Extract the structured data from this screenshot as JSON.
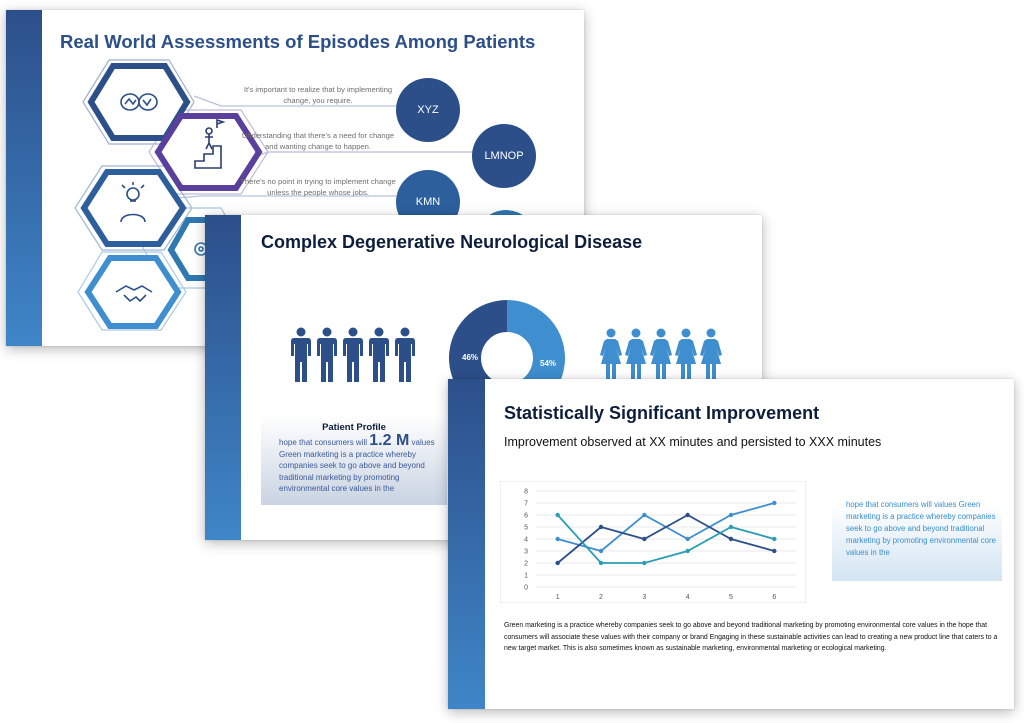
{
  "colors": {
    "navy": "#2c4f8a",
    "mid_blue": "#3a72b0",
    "light_blue": "#3f8ed0",
    "purple": "#5b3f9c",
    "dark_title": "#0d1e3d"
  },
  "slide1": {
    "title": "Real World Assessments of Episodes Among Patients",
    "items": [
      {
        "icon": "brain-icon",
        "caption": "It's important to realize that by implementing change, you require.",
        "circle_label": "XYZ"
      },
      {
        "icon": "success-steps-icon",
        "caption": "Understanding that there's a need for change and wanting change to happen.",
        "circle_label": "LMNOP"
      },
      {
        "icon": "idea-person-icon",
        "caption": "There's no point in trying to implement change unless the people whose jobs.",
        "circle_label": "KMN"
      },
      {
        "icon": "gear-icon",
        "caption": "",
        "circle_label": ""
      },
      {
        "icon": "handshake-icon",
        "caption": "",
        "circle_label": ""
      }
    ]
  },
  "slide2": {
    "title": "Complex Degenerative Neurological Disease",
    "male_icon": "male-person-icon",
    "female_icon": "female-person-icon",
    "donut": {
      "left_label": "46%",
      "right_label": "54%",
      "left_value": 46,
      "right_value": 54
    },
    "profile": {
      "title": "Patient Profile",
      "text_before": "hope that consumers will",
      "big_number": "1.2 M",
      "text_after": "values Green marketing is a practice whereby companies seek to go above and beyond traditional marketing by promoting environmental core values in the"
    }
  },
  "slide3": {
    "title": "Statistically Significant Improvement",
    "subtitle": "Improvement observed at XX minutes and persisted to XXX minutes",
    "side_text": "hope that consumers will  values Green marketing is a practice whereby companies seek to go above and beyond traditional marketing by promoting environmental core values in the",
    "paragraph": "Green marketing is a practice whereby companies seek to go above and beyond traditional marketing by promoting environmental core values in the hope that consumers will associate these values with their company or brand Engaging in these sustainable activities can lead to creating a new product line that caters to a new target market. This is also sometimes known as sustainable marketing, environmental marketing or ecological marketing."
  },
  "chart_data": {
    "type": "line",
    "x": [
      1,
      2,
      3,
      4,
      5,
      6
    ],
    "categories": [
      "1",
      "2",
      "3",
      "4",
      "5",
      "6"
    ],
    "ylim": [
      0,
      8
    ],
    "yticks": [
      0,
      1,
      2,
      3,
      4,
      5,
      6,
      7,
      8
    ],
    "grid": true,
    "series": [
      {
        "values": [
          4,
          3,
          6,
          4,
          6,
          7
        ],
        "color": "#3f8ed0"
      },
      {
        "values": [
          2,
          5,
          4,
          6,
          4,
          3
        ],
        "color": "#2c4f8a"
      },
      {
        "values": [
          6,
          2,
          2,
          3,
          5,
          4
        ],
        "color": "#2a9db5"
      }
    ]
  }
}
